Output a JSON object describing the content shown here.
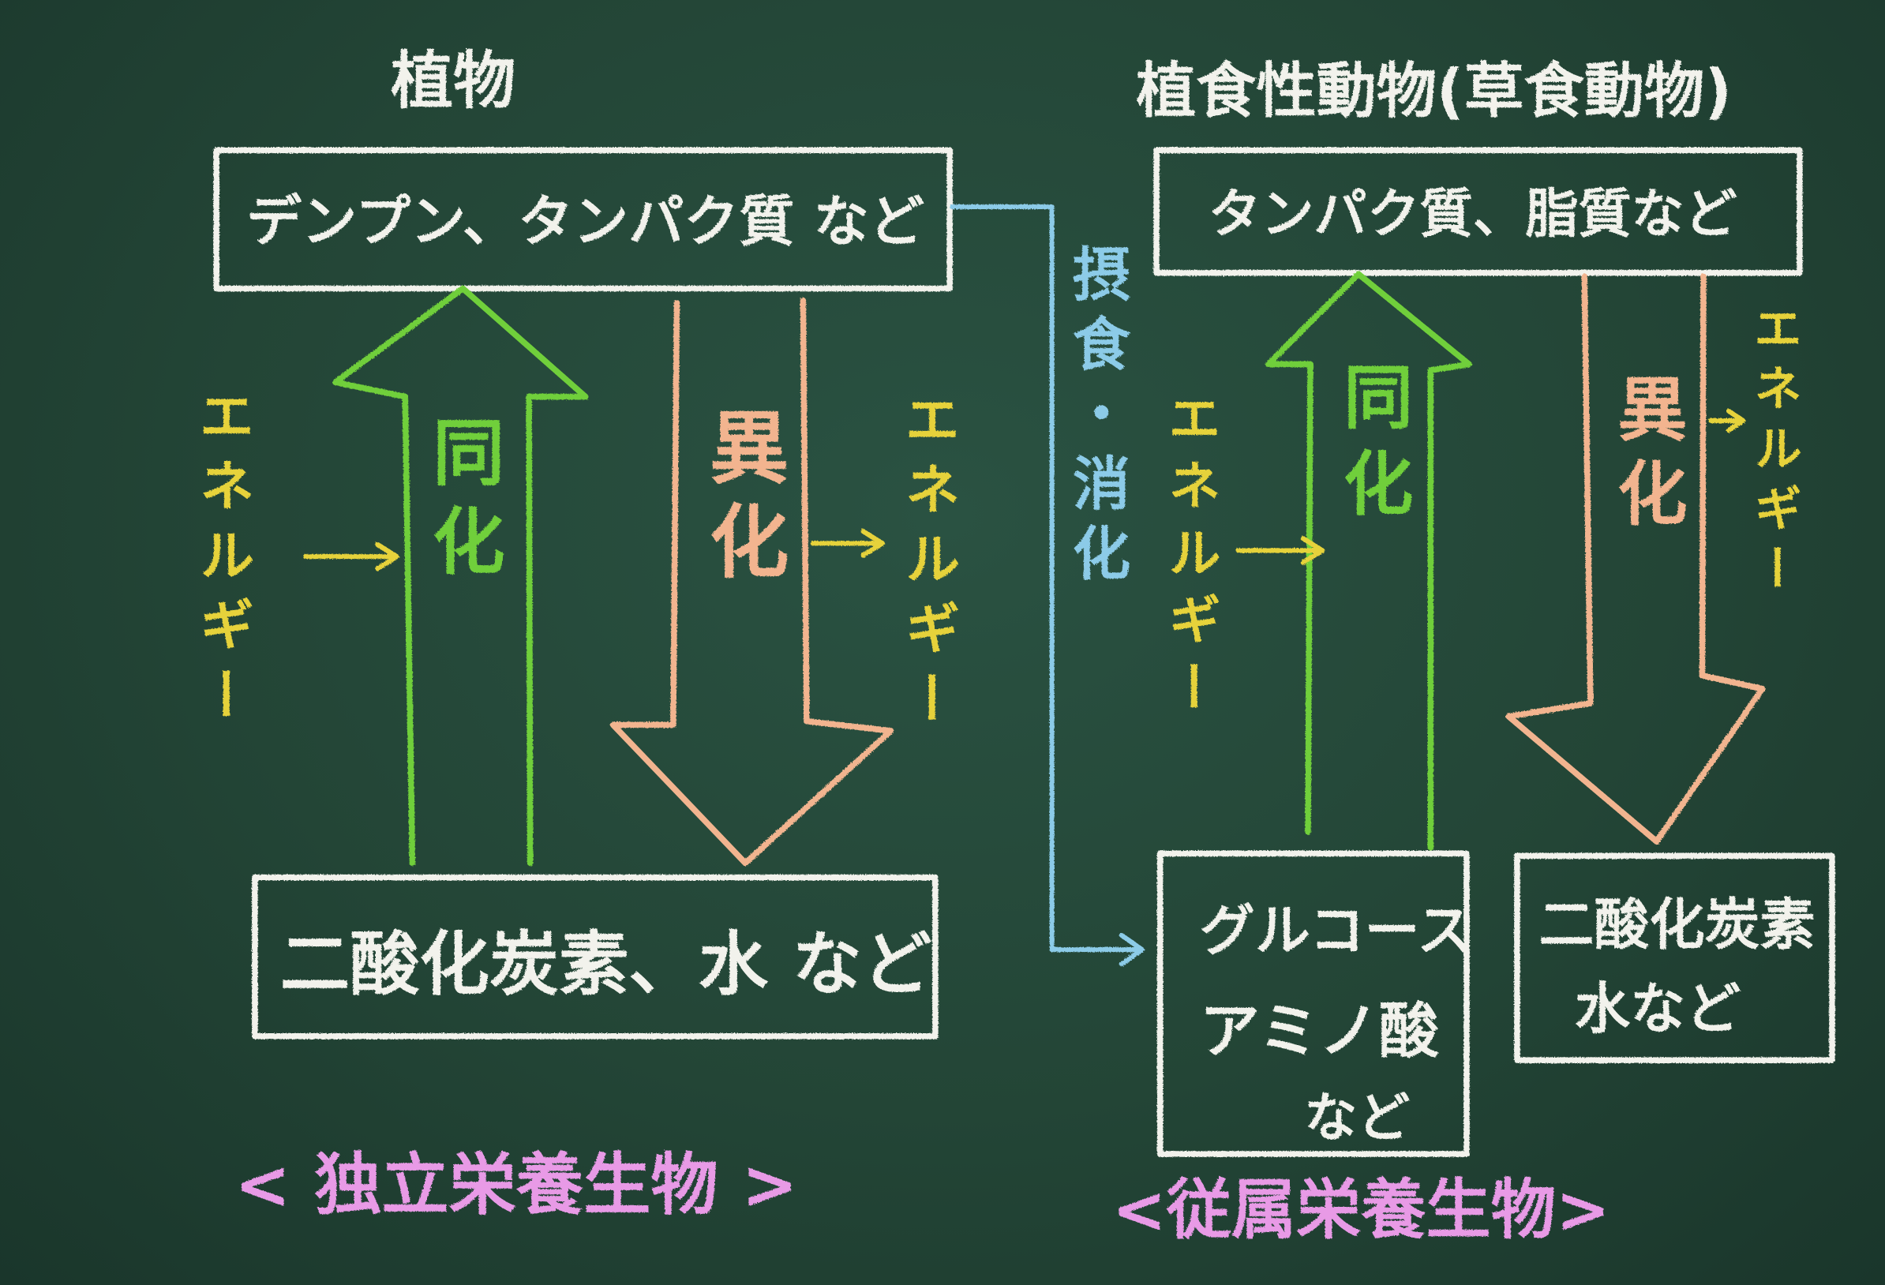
{
  "colors": {
    "board": "#23463a",
    "white": "#f2f2ec",
    "green": "#6fcf3a",
    "orange": "#f2b48f",
    "yellow": "#e6d23a",
    "blue": "#8ccbe8",
    "pink": "#e89ae6"
  },
  "left": {
    "title": "植物",
    "top_box": "デンプン、タンパク質 など",
    "bottom_box": "二酸化炭素、水 など",
    "anabolism": "同化",
    "catabolism": "異化",
    "energy_in": "エネルギー",
    "energy_out": "エネルギー",
    "footer": "< 独立栄養生物 >"
  },
  "middle": {
    "ingest": "摂食・消化"
  },
  "right": {
    "title": "植食性動物(草食動物)",
    "top_box": "タンパク質、脂質など",
    "bottom_left_box": [
      "グルコース",
      "アミノ酸",
      "など"
    ],
    "bottom_right_box": [
      "二酸化炭素",
      "水など"
    ],
    "anabolism": "同化",
    "catabolism": "異化",
    "energy_in": "エネルギー",
    "energy_out": "エネルギー",
    "footer": "<従属栄養生物>"
  }
}
